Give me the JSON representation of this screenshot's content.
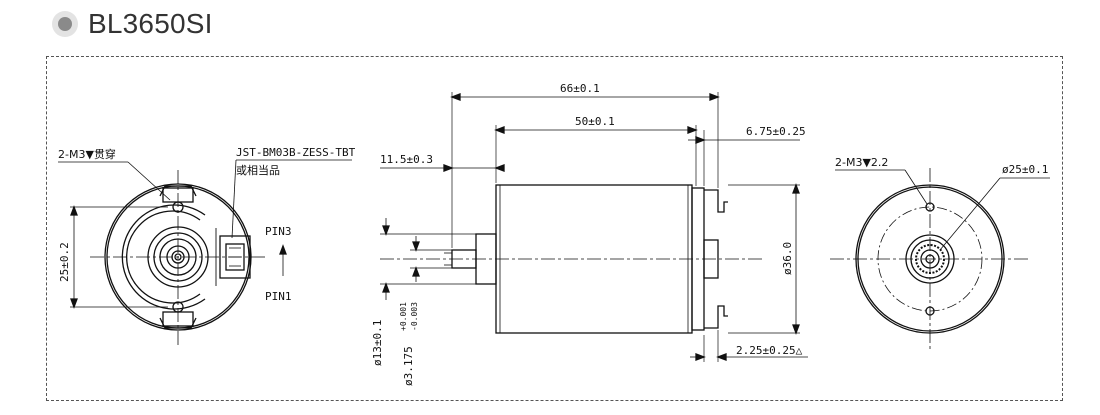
{
  "header": {
    "title": "BL3650SI",
    "bullet_icon": "radio-dot-icon"
  },
  "drawing": {
    "front_view": {
      "hole_note": "2-M3▼贯穿",
      "connector_label": "JST-BM03B-ZESS-TBT",
      "connector_note": "或相当品",
      "pin_top": "PIN3",
      "pin_bottom": "PIN1",
      "hole_spacing": "25±0.2"
    },
    "side_view": {
      "overall_length": "66±0.1",
      "body_length": "50±0.1",
      "flange_offset": "6.75±0.25",
      "shaft_extension": "11.5±0.3",
      "body_diameter": "ø36.0",
      "boss_diameter": "ø13±0.1",
      "shaft_diameter_base": "ø3.175",
      "shaft_tol_upper": "+0.001",
      "shaft_tol_lower": "-0.003",
      "rear_dim": "2.25±0.25△"
    },
    "rear_view": {
      "hole_note": "2-M3▼2.2",
      "pcd": "ø25±0.1"
    }
  },
  "colors": {
    "line": "#111111",
    "frame": "#555555",
    "title": "#333333"
  }
}
